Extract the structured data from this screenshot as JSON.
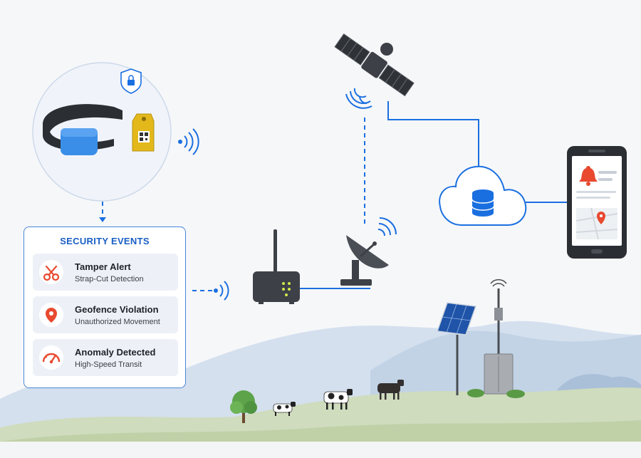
{
  "security_panel": {
    "title": "SECURITY EVENTS",
    "events": [
      {
        "title": "Tamper Alert",
        "subtitle": "Strap-Cut Detection",
        "icon": "scissors-icon"
      },
      {
        "title": "Geofence Violation",
        "subtitle": "Unauthorized Movement",
        "icon": "map-pin-icon"
      },
      {
        "title": "Anomaly Detected",
        "subtitle": "High-Speed Transit",
        "icon": "speedometer-icon"
      }
    ]
  },
  "colors": {
    "accent": "#1a6fe0",
    "alert": "#e8492f",
    "tag_yellow": "#e3b81b",
    "device_dark": "#3d4147"
  },
  "nodes": {
    "collar_group": {
      "icons": [
        "collar-icon",
        "ear-tag-icon",
        "shield-lock-icon"
      ]
    },
    "satellite": {
      "icon": "satellite-icon"
    },
    "cloud": {
      "icon": "cloud-database-icon"
    },
    "phone": {
      "icon": "smartphone-alert-icon"
    },
    "gateway": {
      "icon": "gateway-router-icon"
    },
    "dish": {
      "icon": "satellite-dish-icon"
    },
    "solar_tower": {
      "icon": "solar-tower-icon"
    }
  }
}
